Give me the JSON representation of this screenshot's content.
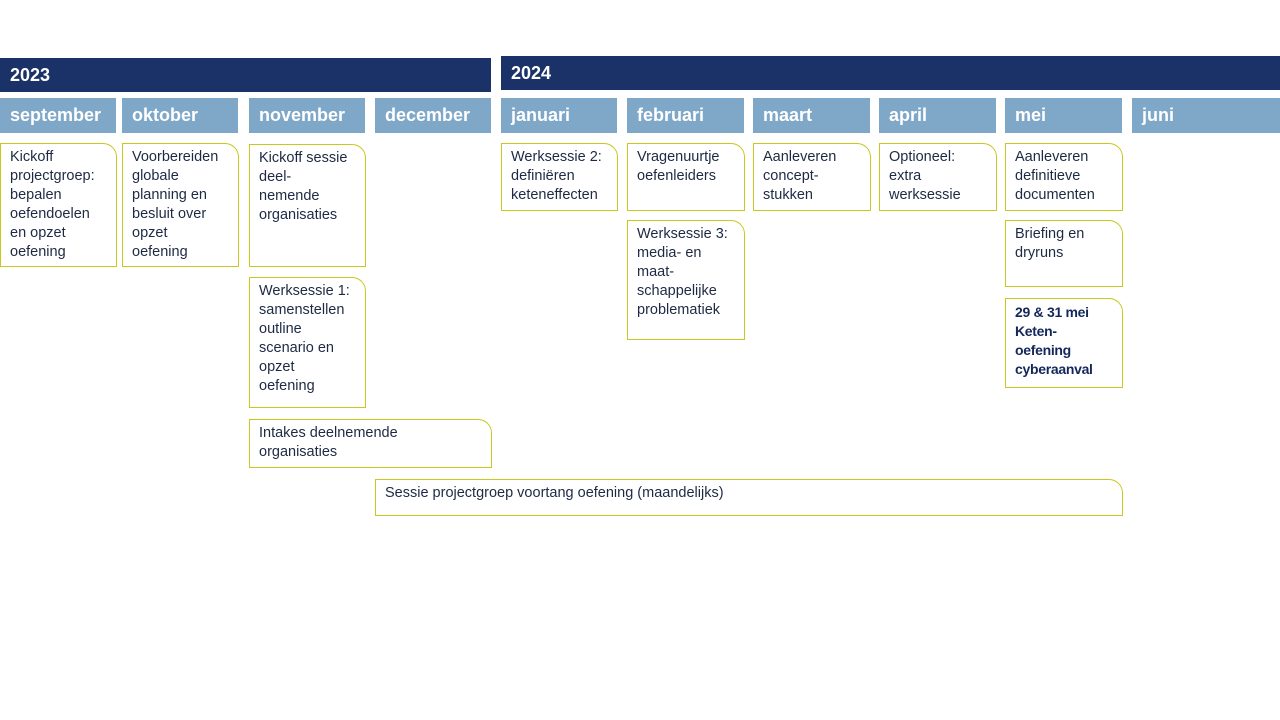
{
  "years": {
    "y2023": "2023",
    "y2024": "2024"
  },
  "months": {
    "september": "september",
    "oktober": "oktober",
    "november": "november",
    "december": "december",
    "januari": "januari",
    "februari": "februari",
    "maart": "maart",
    "april": "april",
    "mei": "mei",
    "juni": "juni"
  },
  "tasks": {
    "kickoff_projectgroep": "Kickoff\nprojectgroep:\nbepalen\noefendoelen\nen opzet\noefening",
    "voorbereiden": "Voorbereiden\nglobale\nplanning en\nbesluit over\nopzet\noefening",
    "kickoff_sessie": "Kickoff sessie\ndeel-\nnemende\norganisaties",
    "werksessie1": "Werksessie 1:\nsamenstellen\noutline\nscenario en\nopzet\noefening",
    "intakes": "Intakes deelnemende\norganisaties",
    "sessie_projectgroep": "Sessie projectgroep voortang oefening (maandelijks)",
    "werksessie2": "Werksessie 2:\ndefiniëren\nketeneffecten",
    "vragenuurtje": "Vragenuurtje\noefenleiders",
    "werksessie3": "Werksessie 3:\nmedia- en\nmaat-\nschappelijke\nproblematiek",
    "aanleveren_concept": "Aanleveren\nconcept-\nstukken",
    "optioneel": "Optioneel:\nextra\nwerksessie",
    "aanleveren_definitieve": "Aanleveren\ndefinitieve\ndocumenten",
    "briefing": "Briefing en\ndryruns",
    "ketenoefening": "29 & 31 mei\nKeten-\noefening\ncyberaanval"
  },
  "colors": {
    "year_bar": "#1a3268",
    "month_bar": "#7fa7c8",
    "task_border": "#c8c81e"
  }
}
